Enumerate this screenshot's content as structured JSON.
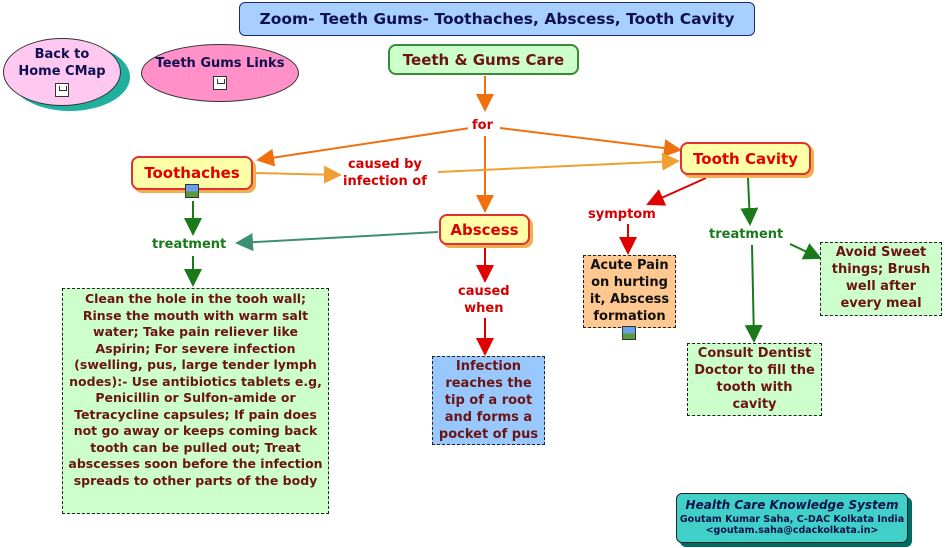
{
  "title": "Zoom- Teeth Gums- Toothaches, Abscess, Tooth Cavity",
  "nav": {
    "back_home": "Back to\nHome CMap",
    "links": "Teeth Gums Links"
  },
  "concepts": {
    "root": "Teeth & Gums Care",
    "toothaches": "Toothaches",
    "abscess": "Abscess",
    "tooth_cavity": "Tooth Cavity"
  },
  "linking_phrases": {
    "for": "for",
    "caused_by": "caused by\ninfection of",
    "treatment_left": "treatment",
    "caused_when": "caused\nwhen",
    "symptom": "symptom",
    "treatment_right": "treatment"
  },
  "notes": {
    "toothache_treatment": "Clean the hole in the tooh wall; Rinse the mouth with warm salt water; Take pain reliever like Aspirin; For severe infection (swelling, pus, large tender lymph nodes):- Use antibiotics tablets e.g, Penicillin or Sulfon-amide or Tetracycline capsules; If pain does not go away or keeps coming back tooth can be pulled out; Treat abscesses soon before the infection spreads to other parts of the body",
    "abscess_cause": "Infection reaches the tip of a root and forms a pocket of pus",
    "cavity_symptom": "Acute Pain on hurting it, Abscess formation",
    "consult": "Consult Dentist Doctor to fill the tooth with cavity",
    "avoid_sweet": "Avoid Sweet things; Brush well after every meal"
  },
  "credit": {
    "system": "Health Care Knowledge System",
    "author": "Goutam Kumar Saha, C-DAC Kolkata India",
    "email": "<goutam.saha@cdackolkata.in>"
  },
  "colors": {
    "orange_link": "#f07010",
    "red_link": "#e00000",
    "green_link": "#1a7a1a",
    "root_fill": "#ccffcc",
    "concept_fill": "#ffffa8",
    "title_fill": "#a8d0ff",
    "back_home_fill": "#ffc8f0",
    "links_fill": "#ff90c8",
    "abscess_note_fill": "#99c8ff",
    "symptom_fill": "#ffc890",
    "credit_fill": "#40d0c8"
  }
}
